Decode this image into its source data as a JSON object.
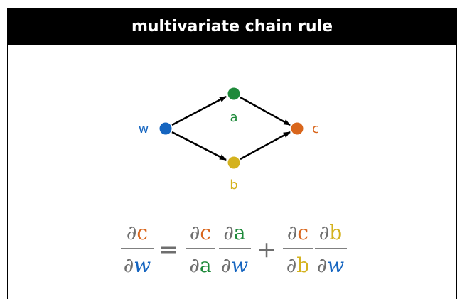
{
  "title": "multivariate chain rule",
  "colors": {
    "w": "#1565c0",
    "a": "#1e8a3a",
    "b": "#d4b21e",
    "c": "#d9661c",
    "partial": "#6e6e6e",
    "background": "#ffffff",
    "title_bg": "#000000",
    "title_fg": "#ffffff"
  },
  "nodes": {
    "w": "w",
    "a": "a",
    "b": "b",
    "c": "c"
  },
  "formula": {
    "partial_symbol": "∂",
    "equals": "=",
    "plus": "+",
    "lhs": {
      "num_var": "c",
      "den_var": "w"
    },
    "term1": [
      {
        "num_var": "c",
        "den_var": "a"
      },
      {
        "num_var": "a",
        "den_var": "w"
      }
    ],
    "term2": [
      {
        "num_var": "c",
        "den_var": "b"
      },
      {
        "num_var": "b",
        "den_var": "w"
      }
    ]
  }
}
